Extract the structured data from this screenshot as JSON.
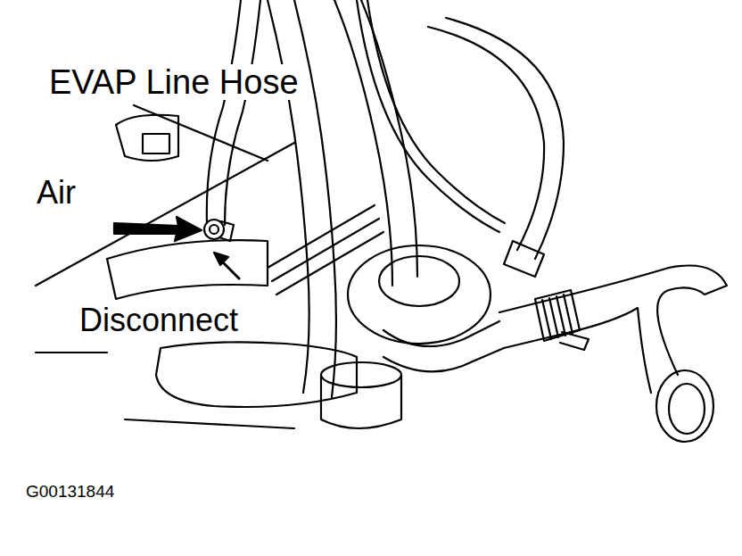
{
  "diagram": {
    "labels": [
      "EVAP Line Hose",
      "Air",
      "Disconnect",
      "G00131844"
    ]
  }
}
